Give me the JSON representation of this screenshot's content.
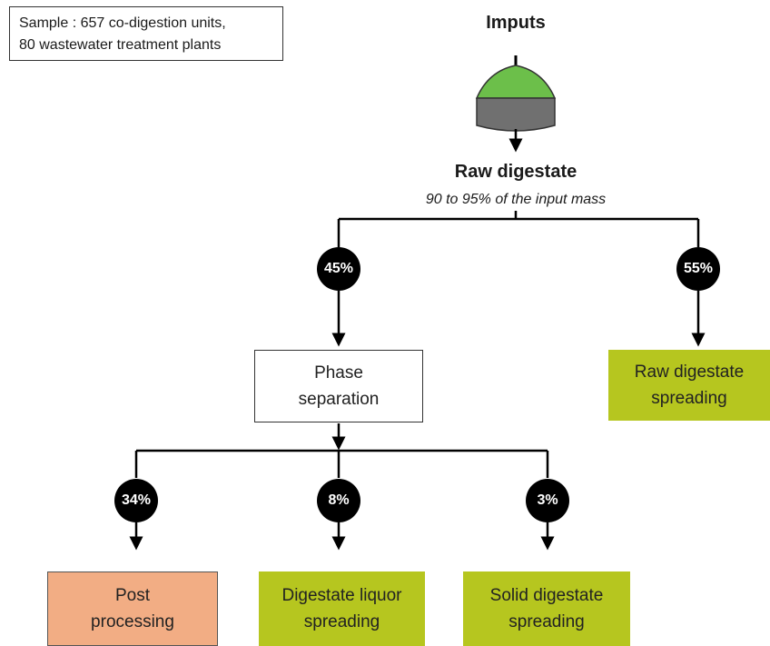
{
  "sample": {
    "lines": [
      "Sample : 657 co-digestion units,",
      "80 wastewater treatment plants"
    ]
  },
  "inputs": {
    "title": "Imputs",
    "icon": "digester-icon"
  },
  "raw_digestate": {
    "title": "Raw digestate",
    "subtitle": "90 to 95% of the input mass"
  },
  "split": {
    "phase_separation_pct": "45%",
    "raw_spreading_pct": "55%"
  },
  "phase_separation": {
    "lines": [
      "Phase",
      "separation"
    ]
  },
  "raw_spreading": {
    "lines": [
      "Raw digestate",
      "spreading"
    ]
  },
  "outputs": [
    {
      "pct": "34%",
      "lines": [
        "Post",
        "processing"
      ]
    },
    {
      "pct": "8%",
      "lines": [
        "Digestate liquor",
        "spreading"
      ]
    },
    {
      "pct": "3%",
      "lines": [
        "Solid digestate",
        "spreading"
      ]
    }
  ],
  "colors": {
    "digester_top": "#6cbf4a",
    "digester_body": "#707070",
    "green_box": "#b6c61f",
    "orange_box": "#f2ad84",
    "circle": "#000000"
  }
}
